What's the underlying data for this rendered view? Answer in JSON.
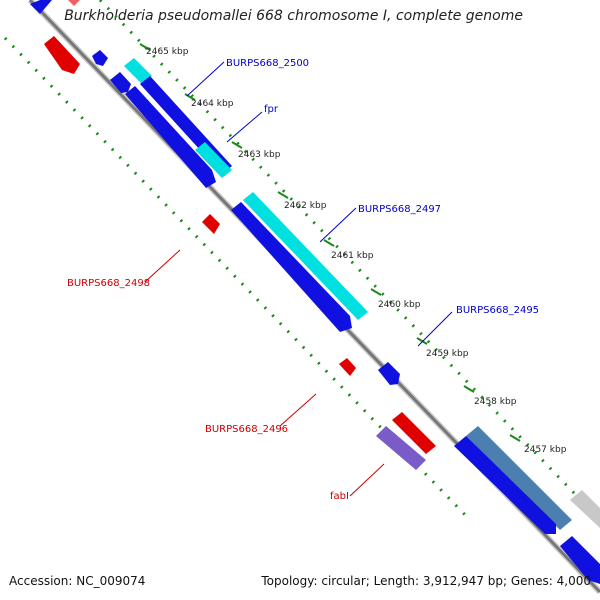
{
  "title": "Burkholderia pseudomallei 668 chromosome I, complete genome",
  "footer": {
    "accession": "Accession: NC_009074",
    "summary": "Topology: circular; Length: 3,912,947 bp; Genes: 4,000"
  },
  "ticks": [
    {
      "label": "2465 kbp"
    },
    {
      "label": "2464 kbp"
    },
    {
      "label": "2463 kbp"
    },
    {
      "label": "2462 kbp"
    },
    {
      "label": "2461 kbp"
    },
    {
      "label": "2460 kbp"
    },
    {
      "label": "2459 kbp"
    },
    {
      "label": "2458 kbp"
    },
    {
      "label": "2457 kbp"
    }
  ],
  "gene_labels": [
    {
      "name": "BURPS668_2500",
      "strand": "forward",
      "color": "#0000cc"
    },
    {
      "name": "fpr",
      "strand": "forward",
      "color": "#0000cc"
    },
    {
      "name": "BURPS668_2497",
      "strand": "forward",
      "color": "#0000cc"
    },
    {
      "name": "BURPS668_2495",
      "strand": "forward",
      "color": "#0000cc"
    },
    {
      "name": "BURPS668_2498",
      "strand": "reverse",
      "color": "#cc0000"
    },
    {
      "name": "BURPS668_2496",
      "strand": "reverse",
      "color": "#cc0000"
    },
    {
      "name": "fabI",
      "strand": "reverse",
      "color": "#cc0000"
    }
  ],
  "colors": {
    "backbone": "#777777",
    "forward_cds": "#1010e0",
    "forward_gene": "#00e0e0",
    "reverse_cds": "#e00000",
    "reverse_gene": "#f06060",
    "other_feature": "#7a5cc8",
    "steelblue_feature": "#4a7fb0",
    "ruler": "#1a8a1a"
  }
}
